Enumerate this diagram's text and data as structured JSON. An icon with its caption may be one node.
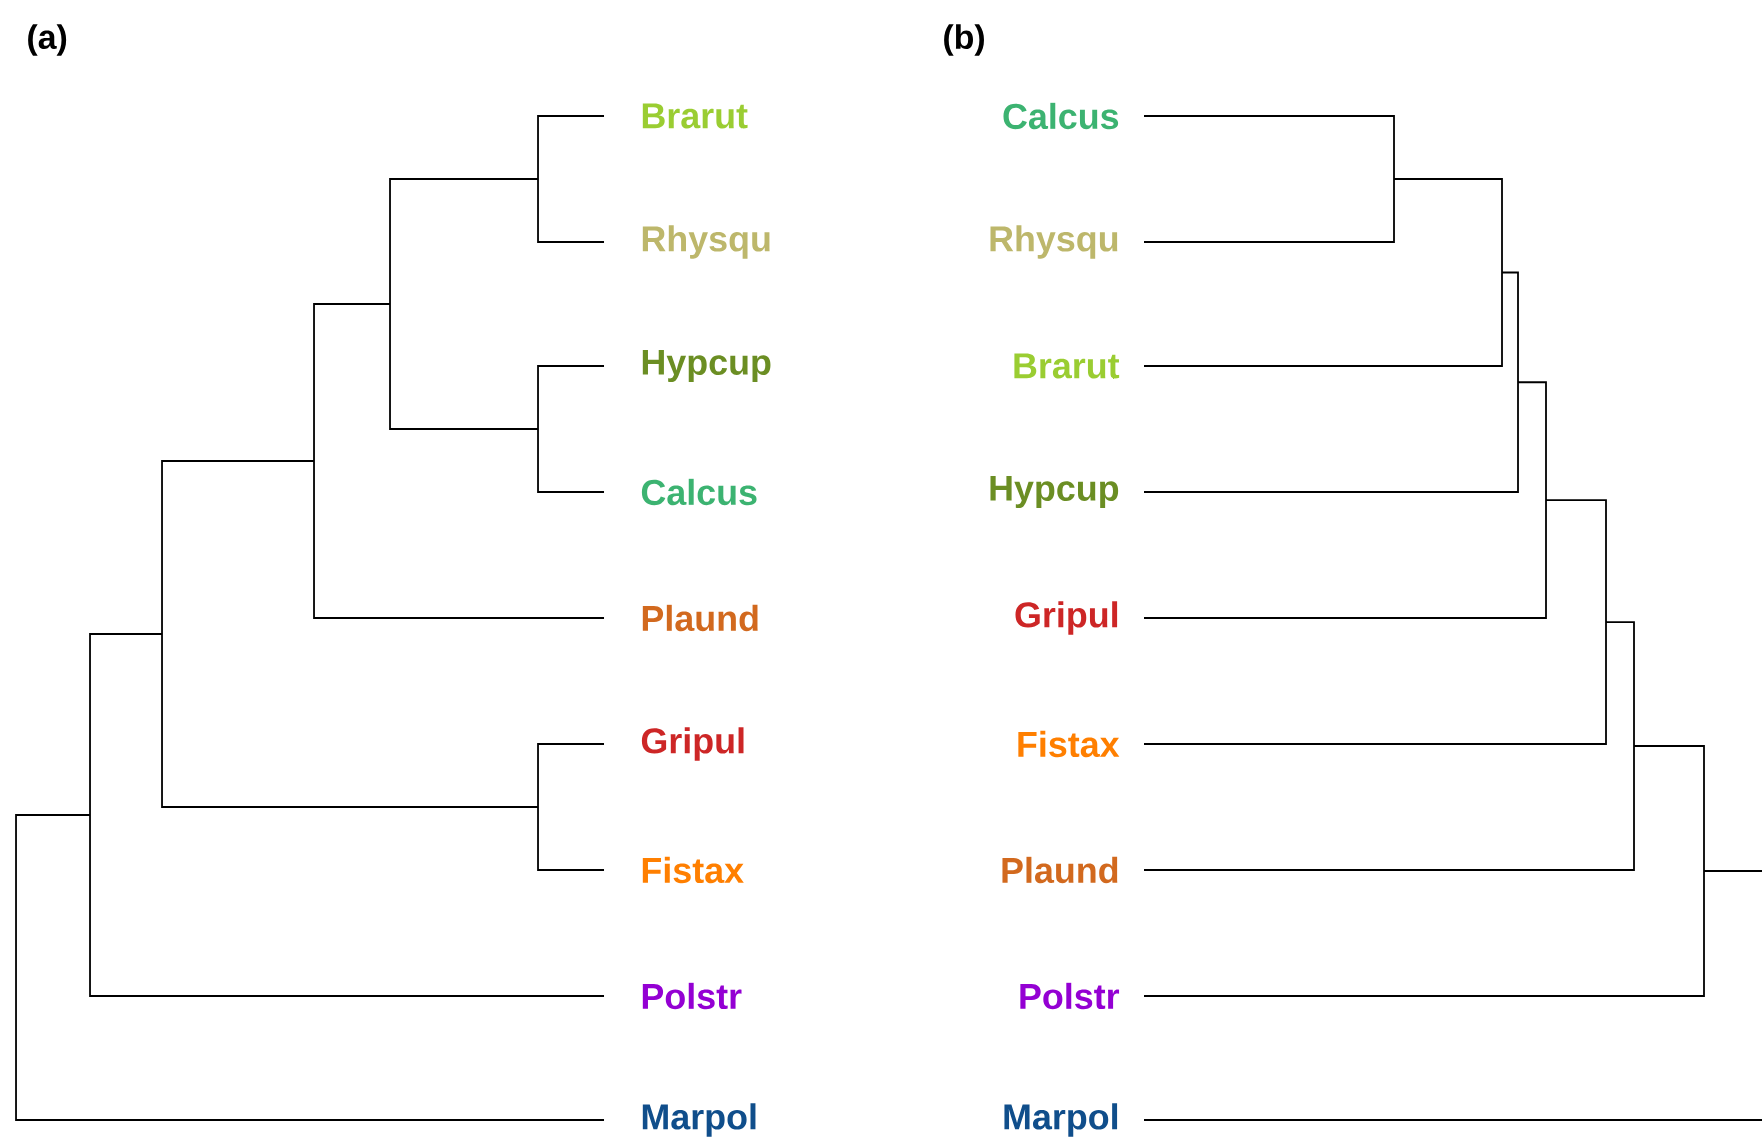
{
  "diagram": {
    "nodes": [
      {
        "text": [
          "Brarut"
        ]
      },
      {
        "text": [
          "Rhysqu"
        ]
      },
      {
        "text": [
          "Hypcup"
        ]
      },
      {
        "text": [
          "Calcus"
        ]
      },
      {
        "text": [
          "Plaund"
        ]
      },
      {
        "text": [
          "Gripul"
        ]
      },
      {
        "text": [
          "Fistax"
        ]
      },
      {
        "text": [
          "Polstr"
        ]
      },
      {
        "text": [
          "Marpol"
        ]
      },
      {
        "text": [
          "Calcus"
        ]
      },
      {
        "text": [
          "Rhysqu"
        ]
      },
      {
        "text": [
          "Brarut"
        ]
      },
      {
        "text": [
          "Hypcup"
        ]
      },
      {
        "text": [
          "Gripul"
        ]
      },
      {
        "text": [
          "Fistax"
        ]
      },
      {
        "text": [
          "Plaund"
        ]
      },
      {
        "text": [
          "Polstr"
        ]
      },
      {
        "text": [
          "Marpol"
        ]
      }
    ],
    "labels": [
      "(a)",
      "(b)"
    ]
  }
}
